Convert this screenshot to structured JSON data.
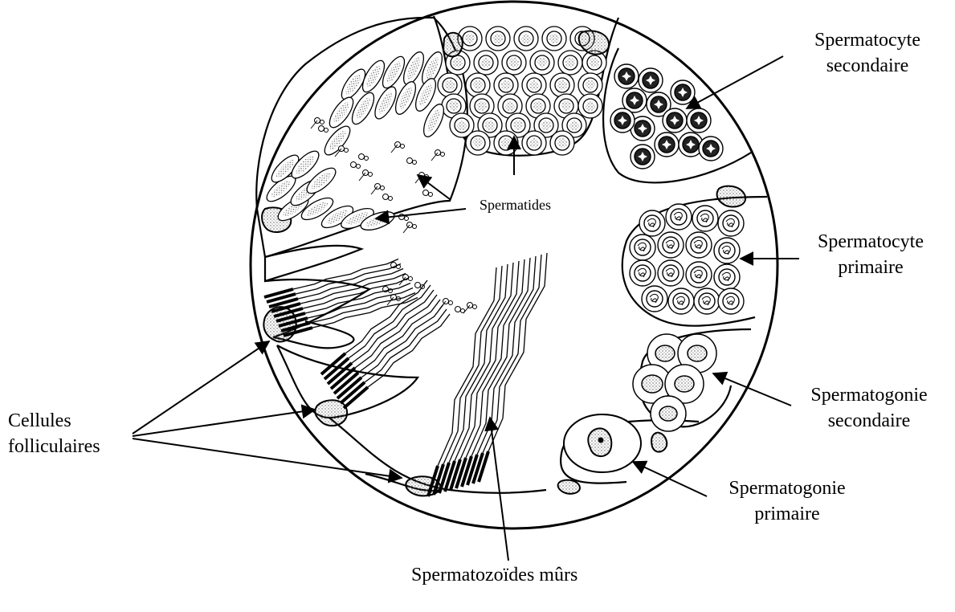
{
  "labels": {
    "spermatocyte_secondaire": [
      "Spermatocyte",
      "secondaire"
    ],
    "spermatocyte_primaire": [
      "Spermatocyte",
      "primaire"
    ],
    "spermatogonie_secondaire": [
      "Spermatogonie",
      "secondaire"
    ],
    "spermatogonie_primaire": [
      "Spermatogonie",
      "primaire"
    ],
    "cellules_folliculaires": [
      "Cellules",
      "folliculaires"
    ],
    "spermatozoides": "Spermatozoïdes mûrs",
    "spermatides": "Spermatides"
  },
  "colors": {
    "ink": "#000000",
    "background": "#ffffff",
    "stipple": "#555555"
  }
}
